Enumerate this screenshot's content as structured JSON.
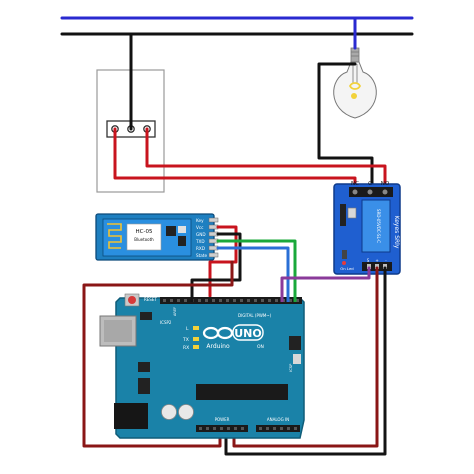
{
  "colors": {
    "mains_blue": "#2a2ad0",
    "mains_black": "#111111",
    "wire_red": "#c8141e",
    "wire_dark_red": "#8a1616",
    "wire_black": "#141414",
    "wire_green": "#1aa83a",
    "wire_blue": "#2a6fd6",
    "wire_purple": "#8a3a9a",
    "arduino_board": "#1a82a8",
    "relay_module": "#1f5fd0",
    "relay_cube": "#3a8fe8",
    "bt_board": "#1e7fc0",
    "bt_module": "#2a8fe0",
    "bulb_yellow": "#f2d23a"
  },
  "icons": {
    "bulb": "light-bulb-icon",
    "switch": "wall-switch-icon",
    "arduino_logo": "infinity-logo-icon"
  },
  "relay": {
    "top_terminals": [
      "NC",
      "C",
      "NO"
    ],
    "side_text": "Keyes SRly",
    "chip_text": "SRD-05VDC-SL-C",
    "bottom_labels": [
      "On Led",
      "S",
      "+",
      "-"
    ]
  },
  "bluetooth": {
    "title": "HC-05",
    "subtitle": "Bluetooth",
    "pins": [
      "Key",
      "Vcc",
      "GND",
      "TXD",
      "RXD",
      "State"
    ]
  },
  "arduino": {
    "reset_label": "RESET",
    "icsp_label": "ICSP2",
    "icsp_label_right": "ICSP",
    "digital_label": "DIGITAL (PWM~)",
    "aref_label": "AREF",
    "led_l": "L",
    "led_tx": "TX",
    "led_rx": "RX",
    "on_label": "ON",
    "logo_uno": "UNO",
    "logo_brand": "Arduino",
    "power_label": "POWER",
    "analog_label": "ANALOG IN"
  }
}
